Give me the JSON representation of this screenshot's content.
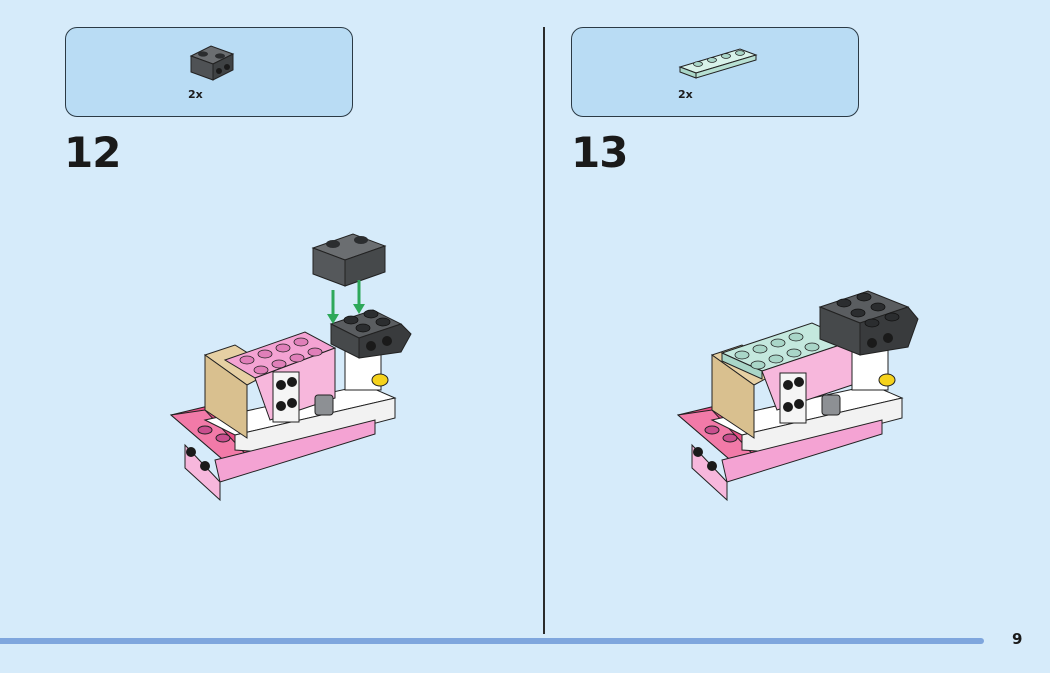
{
  "steps": [
    {
      "number": "12",
      "parts": [
        {
          "quantity": "2x",
          "part": "dark-grey-brick-1x2-icon"
        }
      ]
    },
    {
      "number": "13",
      "parts": [
        {
          "quantity": "2x",
          "part": "light-aqua-plate-1x4-icon"
        }
      ]
    }
  ],
  "page_number": "9",
  "colors": {
    "background": "#d6ebfa",
    "parts_box": "#b9dcf4",
    "footer_bar": "#7fa6dd",
    "pink": "#f4a3d3",
    "dark_grey": "#5a5d60",
    "light_aqua": "#c4e8de",
    "tan": "#d9c08f",
    "arrow_green": "#2ea85a"
  }
}
